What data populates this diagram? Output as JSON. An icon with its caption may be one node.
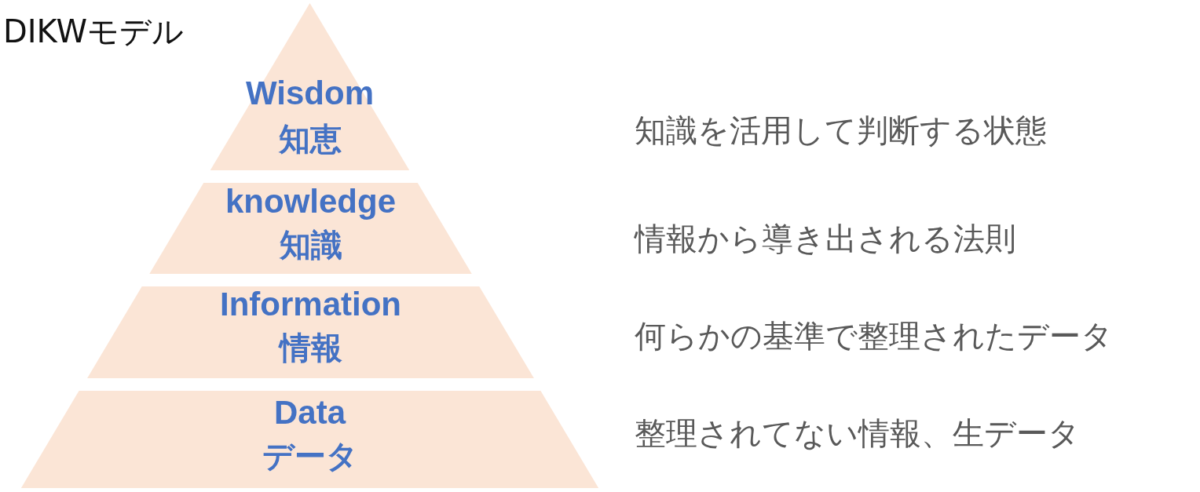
{
  "diagram": {
    "title": "DIKWモデル",
    "nodes": [
      {
        "text": [
          "Wisdom",
          "知恵"
        ]
      },
      {
        "text": [
          "knowledge",
          "知識"
        ]
      },
      {
        "text": [
          "Information",
          "情報"
        ]
      },
      {
        "text": [
          "Data",
          "データ"
        ]
      }
    ],
    "labels": [
      "知識を活用して判断する状態",
      "情報から導き出される法則",
      "何らかの基準で整理されたデータ",
      "整理されてない情報、生データ"
    ]
  }
}
